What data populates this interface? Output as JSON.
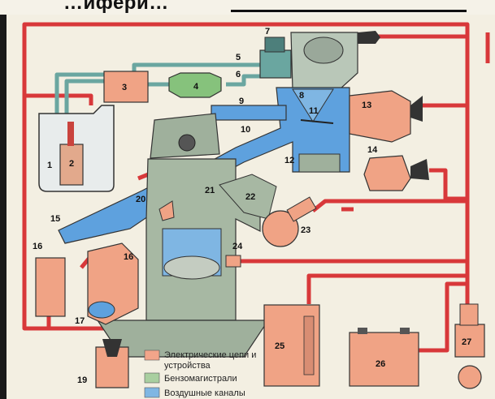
{
  "title": {
    "text": "…ифери…"
  },
  "component_numbers": [
    "1",
    "2",
    "3",
    "4",
    "5",
    "6",
    "7",
    "8",
    "9",
    "10",
    "11",
    "12",
    "13",
    "14",
    "15",
    "16",
    "16",
    "17",
    "19",
    "20",
    "21",
    "22",
    "23",
    "24",
    "25",
    "26",
    "27"
  ],
  "legend": {
    "items": [
      {
        "label_line1": "Электрические цепи и",
        "label_line2": "устройства",
        "color": "#f2a58a"
      },
      {
        "label_line1": "Бензомагистрали",
        "label_line2": "",
        "color": "#a9cfa0"
      },
      {
        "label_line1": "Воздушные каналы",
        "label_line2": "",
        "color": "#7fb6e3"
      }
    ]
  },
  "colors": {
    "electric": "#d8383a",
    "fuel": "#86c27c",
    "air": "#5ea1de",
    "engine": "#9fb09c",
    "component": "#f0a385",
    "background": "#f3efe2"
  }
}
